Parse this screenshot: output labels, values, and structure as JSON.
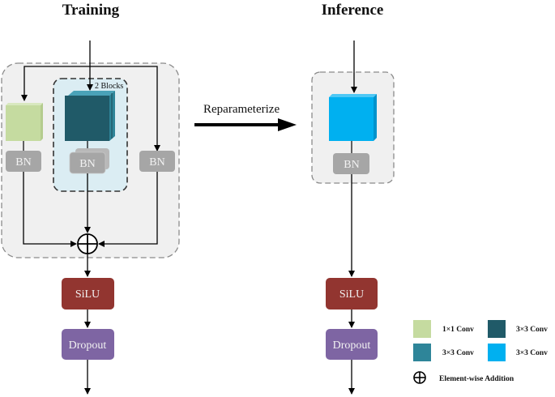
{
  "training": {
    "title": "Training",
    "blocks_label": "2 Blocks",
    "bn_labels": [
      "BN",
      "BN",
      "BN"
    ],
    "silu_label": "SiLU",
    "dropout_label": "Dropout"
  },
  "reparam": {
    "label": "Reparameterize"
  },
  "inference": {
    "title": "Inference",
    "bn_label": "BN",
    "silu_label": "SiLU",
    "dropout_label": "Dropout"
  },
  "colors": {
    "conv1x1": "#c5dba0",
    "conv3x3_dark": "#205a68",
    "conv3x3_mid": "#2e8599",
    "conv3x3_light": "#00b0f0",
    "bn": "#a6a6a6",
    "silu": "#923530",
    "dropout": "#7e65a3"
  },
  "legend": {
    "items": [
      {
        "label": "1×1 Conv"
      },
      {
        "label": "3×3 Conv"
      },
      {
        "label": "3×3 Conv"
      },
      {
        "label": "3×3 Conv"
      }
    ],
    "addition_label": "Element-wise Addition"
  }
}
